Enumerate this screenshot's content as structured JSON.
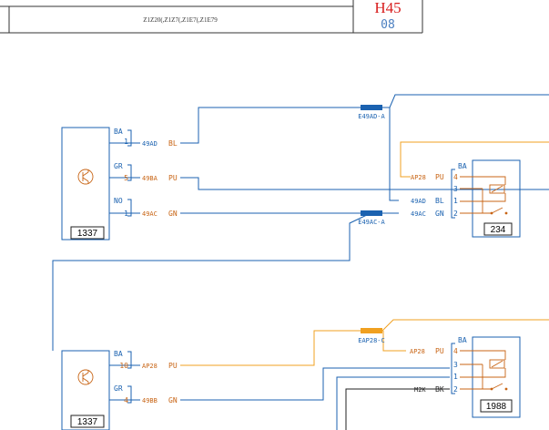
{
  "header": {
    "code": "H45",
    "sub": "08",
    "codes_list": "Z1Z20(,Z1Z7(,Z1E7(,Z1E79"
  },
  "colors": {
    "blue": "#1b62b0",
    "orange": "#f0a020",
    "text_orange": "#c86414",
    "dark": "#222222",
    "red": "#d81e1e"
  },
  "components": {
    "module_top_id": "1337",
    "module_bottom_id": "1337",
    "relay_top_id": "234",
    "relay_bottom_id": "1988"
  },
  "module_top": {
    "pin1_color": "BA",
    "pin1_num": "1",
    "pin1_circuit": "49AD",
    "pin1_wire": "BL",
    "pin2_color": "GR",
    "pin2_num": "5",
    "pin2_circuit": "49BA",
    "pin2_wire": "PU",
    "pin3_color": "NO",
    "pin3_num": "1",
    "pin3_circuit": "49AC",
    "pin3_wire": "GN"
  },
  "module_bottom": {
    "pin1_color": "BA",
    "pin1_num": "10",
    "pin1_circuit": "AP28",
    "pin1_wire": "PU",
    "pin2_color": "GR",
    "pin2_num": "4",
    "pin2_circuit": "49BB",
    "pin2_wire": "GN"
  },
  "relay_top": {
    "connector_color": "BA",
    "pin4_circuit": "AP28",
    "pin4_wire": "PU",
    "pin4_num": "4",
    "pin3_num": "3",
    "pin1_circuit": "49AD",
    "pin1_wire": "BL",
    "pin1_num": "1",
    "pin2_circuit": "49AC",
    "pin2_wire": "GN",
    "pin2_num": "2"
  },
  "relay_bottom": {
    "connector_color": "BA",
    "pin4_circuit": "AP28",
    "pin4_wire": "PU",
    "pin4_num": "4",
    "pin3_num": "3",
    "pin1_num": "1",
    "pin2_circuit": "M2K",
    "pin2_wire": "BK",
    "pin2_num": "2"
  },
  "splices": {
    "e49ad": "E49AD-A",
    "e49ac": "E49AC-A",
    "eap28": "EAP28-C"
  }
}
